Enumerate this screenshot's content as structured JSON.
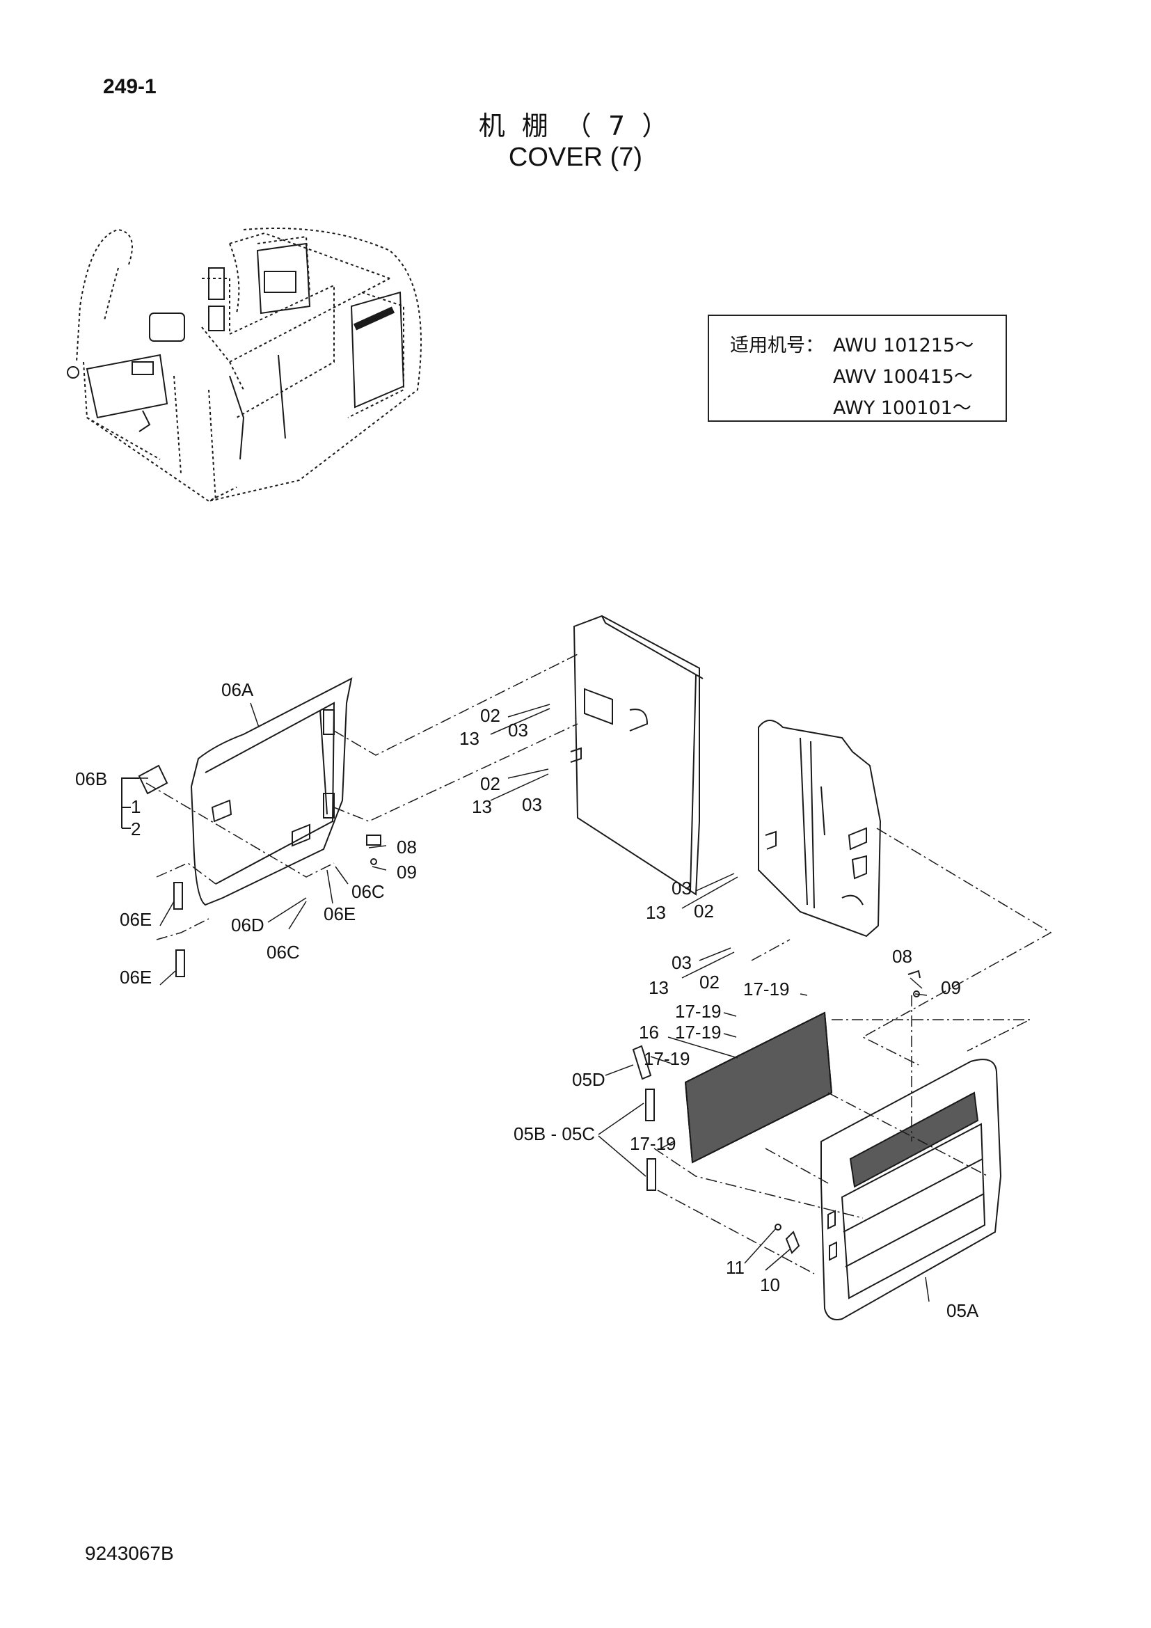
{
  "header": {
    "page_number": "249-1",
    "title_cn": "机 棚 （ 7 ）",
    "title_en": "COVER (7)"
  },
  "serial_box": {
    "prefix": "适用机号：",
    "lines": [
      "AWU 101215～",
      "AWV 100415～",
      "AWY 100101～"
    ]
  },
  "callouts": {
    "c06A": "06A",
    "c06B": "06B",
    "c1": "1",
    "c2": "2",
    "c02a": "02",
    "c13a": "13",
    "c03a": "03",
    "c02b": "02",
    "c13b": "13",
    "c03b": "03",
    "c08a": "08",
    "c09a": "09",
    "c06C_a": "06C",
    "c06E_a": "06E",
    "c06E_b": "06E",
    "c06D": "06D",
    "c06C_b": "06C",
    "c06E_c": "06E",
    "c03c": "03",
    "c13c": "13",
    "c02c": "02",
    "c03d": "03",
    "c13d": "13",
    "c02d": "02",
    "c17_19a": "17-19",
    "c17_19b": "17-19",
    "c17_19c": "17-19",
    "c16": "16",
    "c17_19d": "17-19",
    "c05D": "05D",
    "c05B_05C": "05B - 05C",
    "c17_19e": "17-19",
    "c08b": "08",
    "c09b": "09",
    "c11": "11",
    "c10": "10",
    "c05A": "05A"
  },
  "footer": {
    "doc_number": "9243067B"
  },
  "colors": {
    "line": "#1a1a1a",
    "paper": "#ffffff"
  }
}
